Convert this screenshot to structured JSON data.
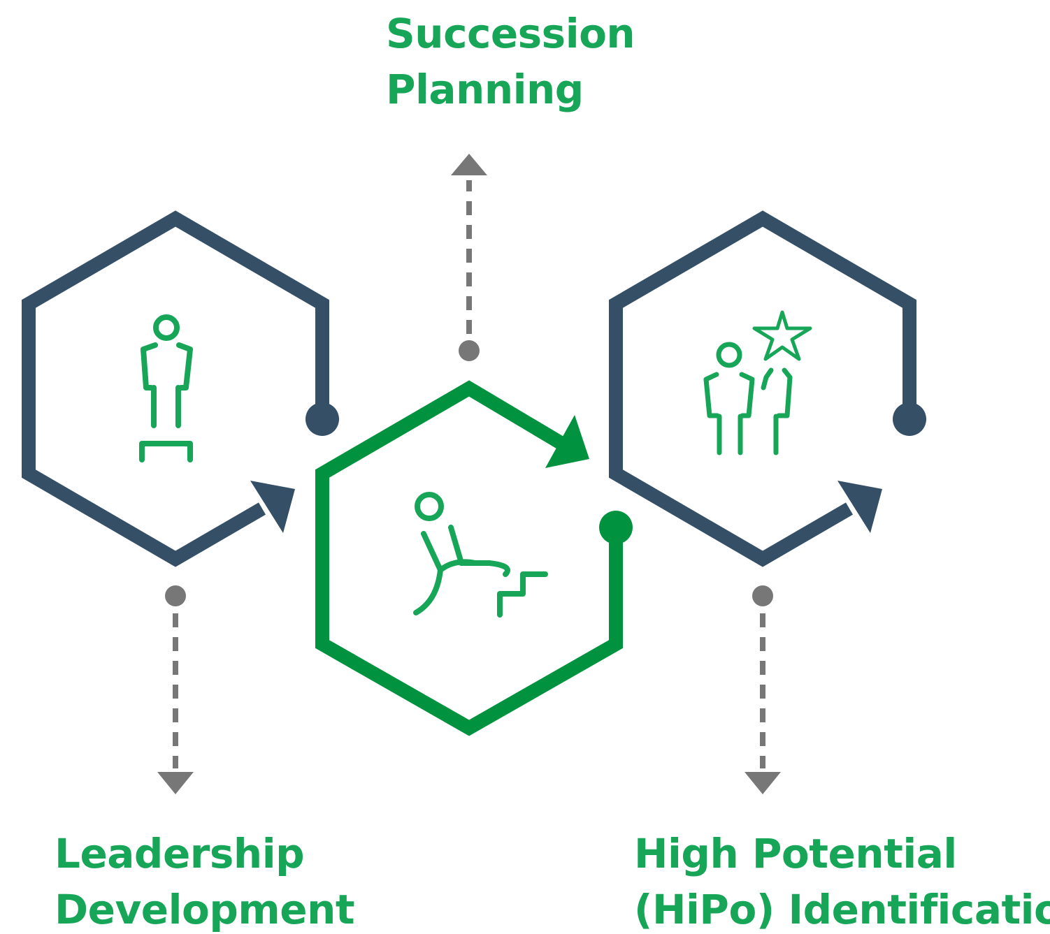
{
  "colors": {
    "dark": "#344f66",
    "green_outline": "#00923f",
    "green_icon": "#17a558",
    "connector": "#777777"
  },
  "labels": {
    "succession": {
      "line1": "Succession",
      "line2": "Planning"
    },
    "leadership": {
      "line1": "Leadership",
      "line2": "Development"
    },
    "hipo": {
      "line1": "High Potential",
      "line2": "(HiPo) Identification"
    }
  },
  "icons": {
    "left": "person-on-podium-icon",
    "center": "person-climbing-stairs-icon",
    "right": "two-people-star-icon"
  }
}
